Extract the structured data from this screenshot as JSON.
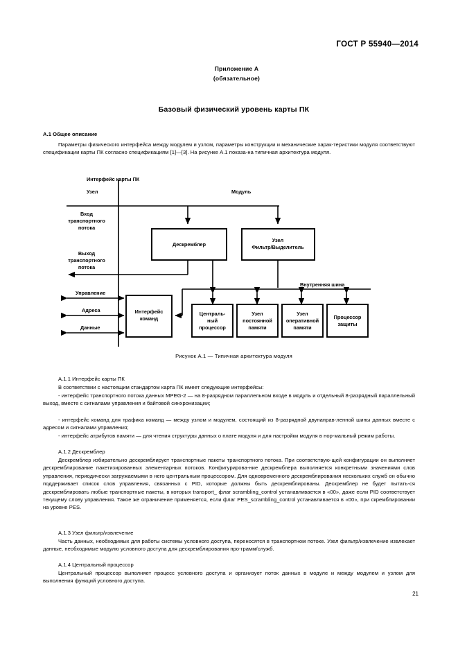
{
  "document": {
    "standard_header": "ГОСТ Р 55940—2014",
    "page_number": "21"
  },
  "annex": {
    "title": "Приложение А",
    "subtitle": "(обязательное)",
    "section_title": "Базовый физический уровень карты ПК"
  },
  "sections": {
    "a1_heading": "А.1  Общее описание",
    "a1_para": "Параметры физического интерфейса между модулем и узлом, параметры конструкции и механические харак-теристики модуля соответствуют спецификации карты ПК согласно спецификациям [1]—[3]. На рисунке А.1 показа-на типичная архитектура модуля.",
    "a11_heading": "А.1.1  Интерфейс карты ПК",
    "a11_intro": "В соответствии с настоящим стандартом карта ПК имеет следующие интерфейсы:",
    "a11_item1": "- интерфейс транспортного потока данных MPEG-2 — на 8-разрядном параллельном входе в модуль и отдельный 8-разрядный параллельный выход, вместе с сигналами управления и байтовой синхронизации;",
    "a11_item2": "- интерфейс команд для трафика команд — между узлом и модулем, состоящий из 8-разрядной двунаправ-ленной шины данных вместе с адресом и сигналами управления;",
    "a11_item3": "- интерфейс атрибутов памяти — для чтения структуры данных о плате модуля и для настройки модуля в нор-мальный режим работы.",
    "a12_heading": "А.1.2  Дескремблер",
    "a12_para": "Дескремблер избирательно дескремблирует транспортные пакеты транспортного потока. При соответствую-щей конфигурации он выполняет дескремблирование пакетизированных элементарных потоков. Конфигурирова-ние дескремблера выполняется конкретными значениями слов управления, периодически загружаемыми в него центральным процессором. Для одновременного дескремблирования нескольких служб он обычно поддерживает список слов управления, связанных с PID, которые должны быть дескремблированы. Дескремблер не будет пытать-ся дескремблировать любые транспортные пакеты, в которых transport_ флаг scrambling_control устанавливается в «00», даже если PID соответствует текущему слову управления. Такое же ограничение применяется, если флаг PES_scrambling_control устанавливается в «00», при скремблировании на уровне PES.",
    "a13_heading": "А.1.3  Узел фильтр/извлечение",
    "a13_para": "Часть данных, необходимых для работы системы условного доступа, переносятся в транспортном потоке. Узел фильтр/извлечение извлекает данные, необходимые модулю условного доступа для дескремблирования про-грамм/служб.",
    "a14_heading": "А.1.4  Центральный процессор",
    "a14_para": "Центральный процессор выполняет процесс условного доступа и организует поток данных в модуле и между модулем и узлом для выполнения функций условного доступа."
  },
  "figure": {
    "caption": "Рисунок А.1 — Типичная архитектура модуля",
    "labels": {
      "interface_top": "Интерфейс карты ПК",
      "node": "Узел",
      "module": "Модуль",
      "ts_input_l1": "Вход",
      "ts_input_l2": "транспортного",
      "ts_input_l3": "потока",
      "ts_output_l1": "Выход",
      "ts_output_l2": "транспортного",
      "ts_output_l3": "потока",
      "control": "Управление",
      "address": "Адреса",
      "data": "Данные",
      "internal_bus": "Внутренняя шина"
    },
    "boxes": {
      "descrambler": "Дескремблер",
      "filter_node_l1": "Узел",
      "filter_node_l2": "Фильтр/Выделитель",
      "command_interface_l1": "Интерфейс",
      "command_interface_l2": "команд",
      "cpu_l1": "Централь-",
      "cpu_l2": "ный",
      "cpu_l3": "процессор",
      "rom_l1": "Узел",
      "rom_l2": "постоянной",
      "rom_l3": "памяти",
      "ram_l1": "Узел",
      "ram_l2": "оперативной",
      "ram_l3": "памяти",
      "security_l1": "Процессор",
      "security_l2": "защиты"
    }
  }
}
